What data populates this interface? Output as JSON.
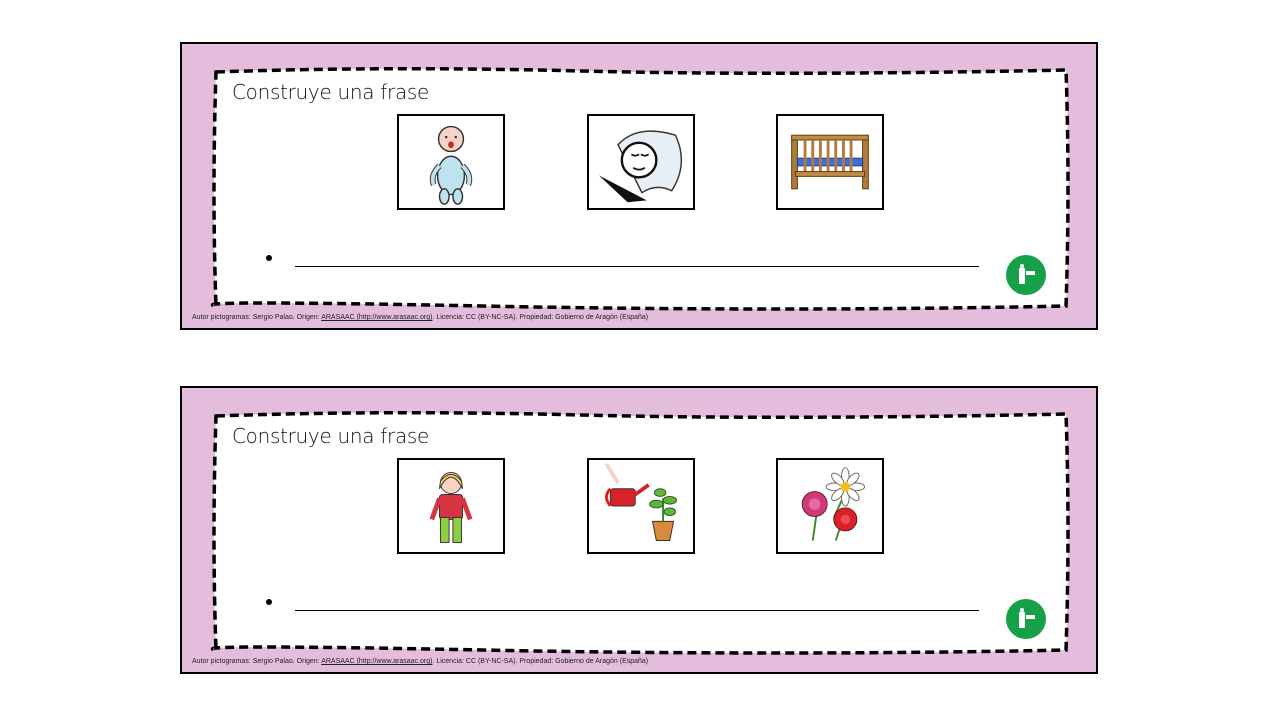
{
  "cards": [
    {
      "title": "Construye una frase",
      "pictograms": [
        "baby-pictogram",
        "sleep-pictogram",
        "crib-pictogram"
      ],
      "credits": {
        "prefix": "Autor pictogramas: Sergio Palao. Origen: ",
        "link": "ARASAAC (http://www.arasaac.org)",
        "suffix": ". Licencia: CC (BY-NC-SA). Propiedad: Gobierno de Aragón (España)"
      }
    },
    {
      "title": "Construye una frase",
      "pictograms": [
        "girl-pictogram",
        "watering-plant-pictogram",
        "flowers-pictogram"
      ],
      "credits": {
        "prefix": "Autor pictogramas: Sergio Palao. Origen: ",
        "link": "ARASAAC (http://www.arasaac.org)",
        "suffix": ". Licencia: CC (BY-NC-SA). Propiedad: Gobierno de Aragón (España)"
      }
    }
  ],
  "colors": {
    "card_background": "#e5bddc",
    "badge": "#17a04a"
  }
}
